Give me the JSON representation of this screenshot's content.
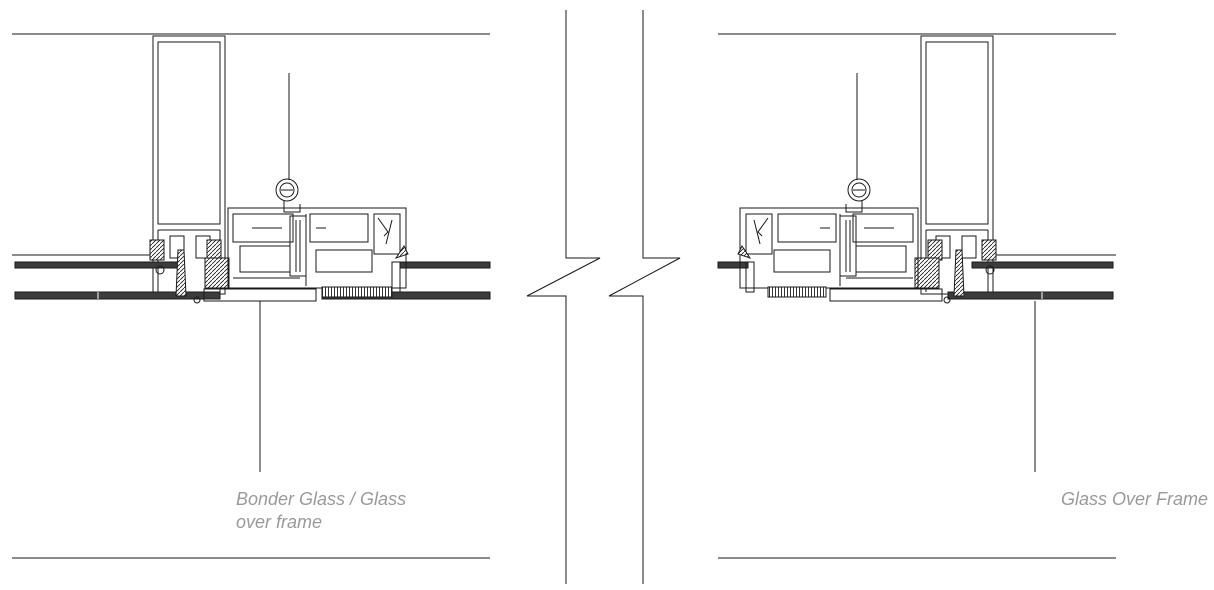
{
  "labels": {
    "left_line1": "Bonder Glass / Glass",
    "left_line2": "over frame",
    "right": "Glass Over Frame"
  },
  "colors": {
    "line": "#1a1a1a",
    "glass": "#3c3c3c",
    "label": "#9a9a9a"
  }
}
